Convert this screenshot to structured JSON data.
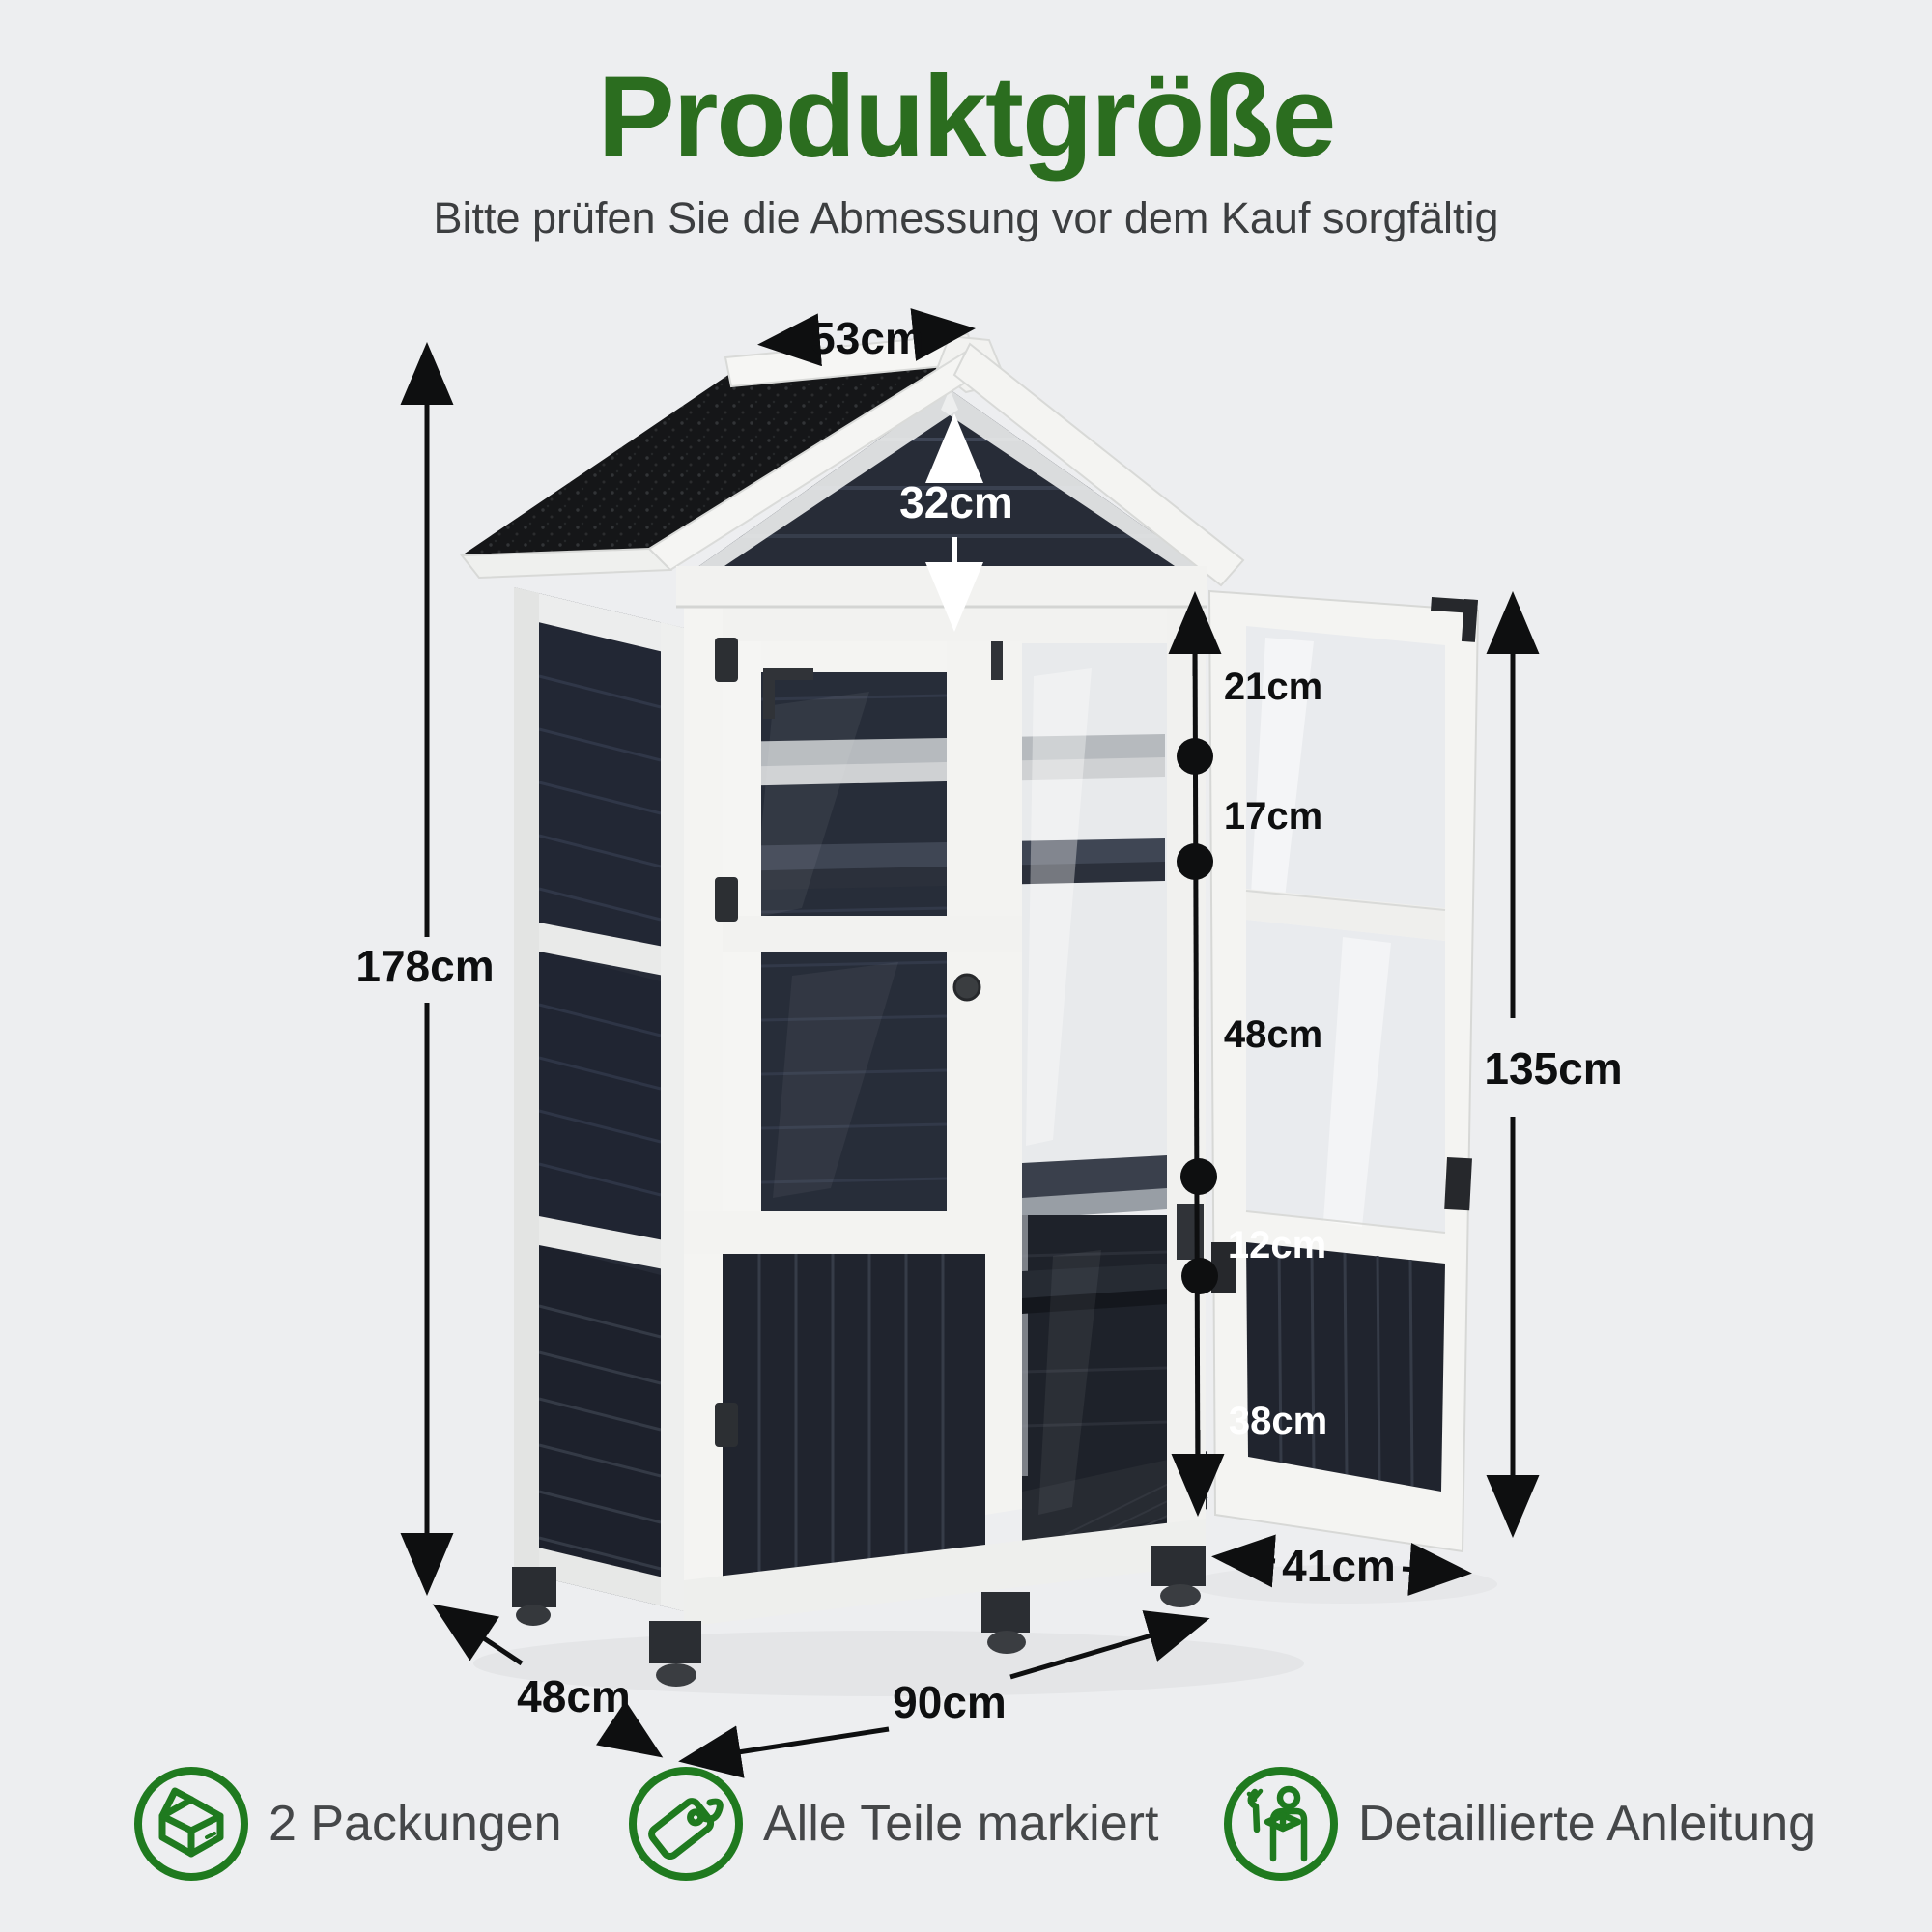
{
  "header": {
    "title": "Produktgröße",
    "subtitle": "Bitte prüfen Sie die Abmessung vor dem Kauf sorgfältig"
  },
  "dimensions": {
    "roof_panel_width": "53cm",
    "gable_height": "32cm",
    "total_height": "178cm",
    "top_clearance": "21cm",
    "shelf_spacing": "17cm",
    "middle_clearance": "48cm",
    "counter_clearance": "12cm",
    "bottom_clearance": "38cm",
    "door_height": "135cm",
    "door_width": "41cm",
    "depth": "48cm",
    "width": "90cm"
  },
  "features": [
    {
      "icon": "package-icon",
      "label": "2 Packungen"
    },
    {
      "icon": "tag-icon",
      "label": "Alle Teile markiert"
    },
    {
      "icon": "manual-icon",
      "label": "Detaillierte Anleitung"
    }
  ],
  "colors": {
    "title_green": "#2b6d1f",
    "icon_green": "#1f7a1f",
    "dimension_text": "#0e0f10",
    "background": "#edeef0",
    "cabinet_dark_panel": "#232834",
    "roof_black": "#191a1c",
    "frame_white": "#f4f4f2"
  }
}
